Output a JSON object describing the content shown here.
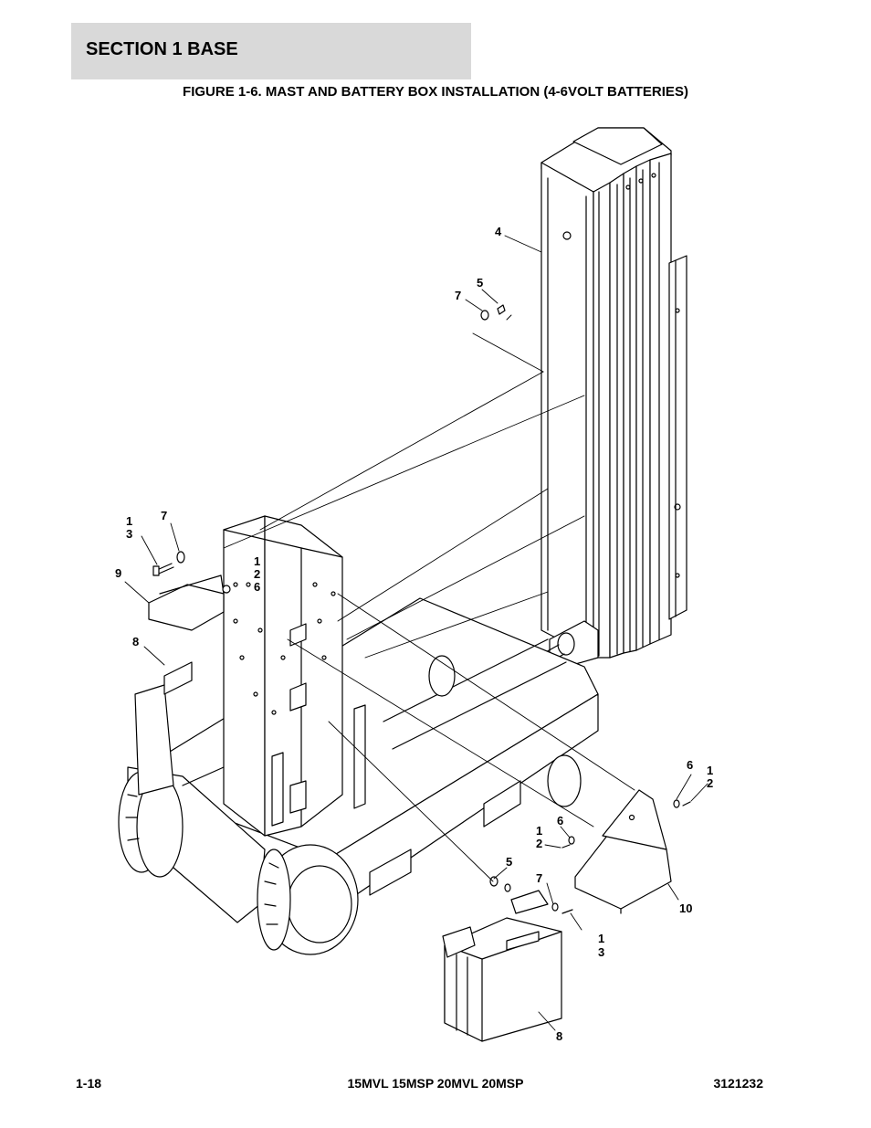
{
  "header": {
    "section_title": "SECTION 1  BASE"
  },
  "figure": {
    "title": "FIGURE 1-6. MAST AND BATTERY BOX INSTALLATION (4-6VOLT BATTERIES)",
    "callouts": [
      {
        "id": "c4",
        "text": "4"
      },
      {
        "id": "c5a",
        "text": "5"
      },
      {
        "id": "c7a",
        "text": "7"
      },
      {
        "id": "c1a",
        "text": "1"
      },
      {
        "id": "c3a",
        "text": "3"
      },
      {
        "id": "c7b",
        "text": "7"
      },
      {
        "id": "c9",
        "text": "9"
      },
      {
        "id": "c1b",
        "text": "1"
      },
      {
        "id": "c2b",
        "text": "2"
      },
      {
        "id": "c6b",
        "text": "6"
      },
      {
        "id": "c8a",
        "text": "8"
      },
      {
        "id": "c6c",
        "text": "6"
      },
      {
        "id": "c1c",
        "text": "1"
      },
      {
        "id": "c2c",
        "text": "2"
      },
      {
        "id": "c6d",
        "text": "6"
      },
      {
        "id": "c1d",
        "text": "1"
      },
      {
        "id": "c2d",
        "text": "2"
      },
      {
        "id": "c5b",
        "text": "5"
      },
      {
        "id": "c7c",
        "text": "7"
      },
      {
        "id": "c10",
        "text": "10"
      },
      {
        "id": "c1e",
        "text": "1"
      },
      {
        "id": "c3e",
        "text": "3"
      },
      {
        "id": "c8b",
        "text": "8"
      }
    ]
  },
  "footer": {
    "page_number": "1-18",
    "models": "15MVL 15MSP 20MVL 20MSP",
    "document_number": "3121232"
  }
}
